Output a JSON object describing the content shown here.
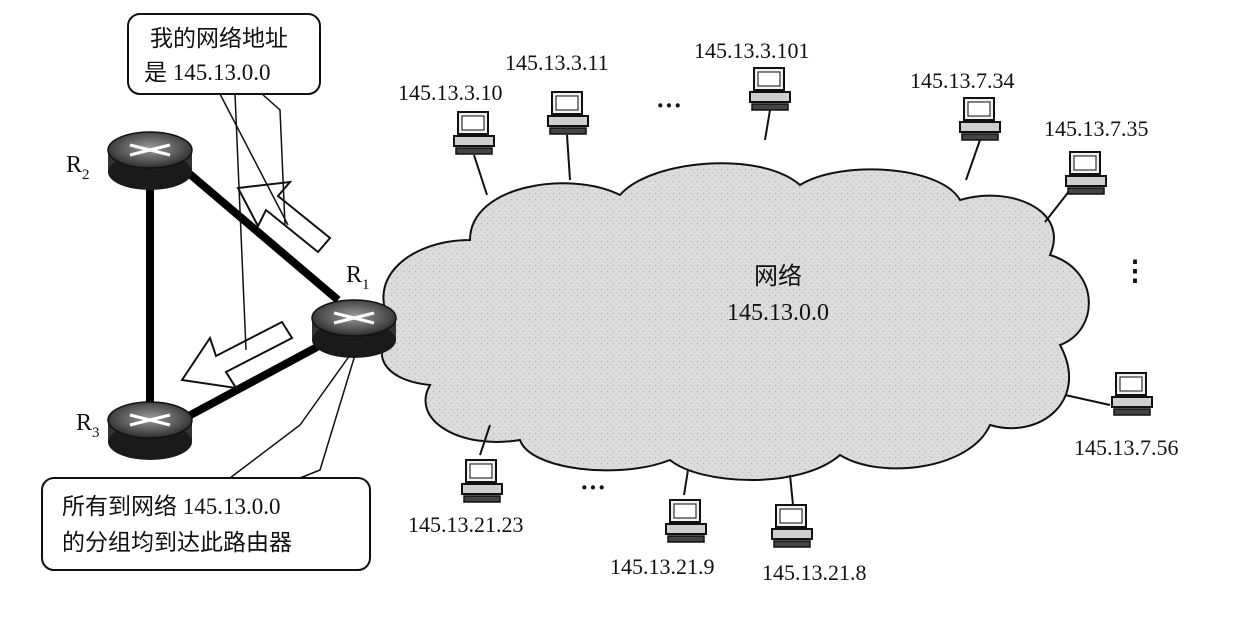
{
  "callout_top": {
    "line1": "我的网络地址",
    "line2": "是 145.13.0.0"
  },
  "callout_bottom": {
    "line1": "所有到网络 145.13.0.0",
    "line2": "的分组均到达此路由器"
  },
  "cloud": {
    "line1": "网络",
    "line2": "145.13.0.0"
  },
  "routers": {
    "r1": {
      "base": "R",
      "sub": "1"
    },
    "r2": {
      "base": "R",
      "sub": "2"
    },
    "r3": {
      "base": "R",
      "sub": "3"
    }
  },
  "hosts": {
    "h_3_10": "145.13.3.10",
    "h_3_11": "145.13.3.11",
    "h_3_101": "145.13.3.101",
    "h_7_34": "145.13.7.34",
    "h_7_35": "145.13.7.35",
    "h_7_56": "145.13.7.56",
    "h_21_23": "145.13.21.23",
    "h_21_9": "145.13.21.9",
    "h_21_8": "145.13.21.8"
  },
  "ellipsis": {
    "top": "···",
    "right": "⋮",
    "bottom": "···"
  }
}
